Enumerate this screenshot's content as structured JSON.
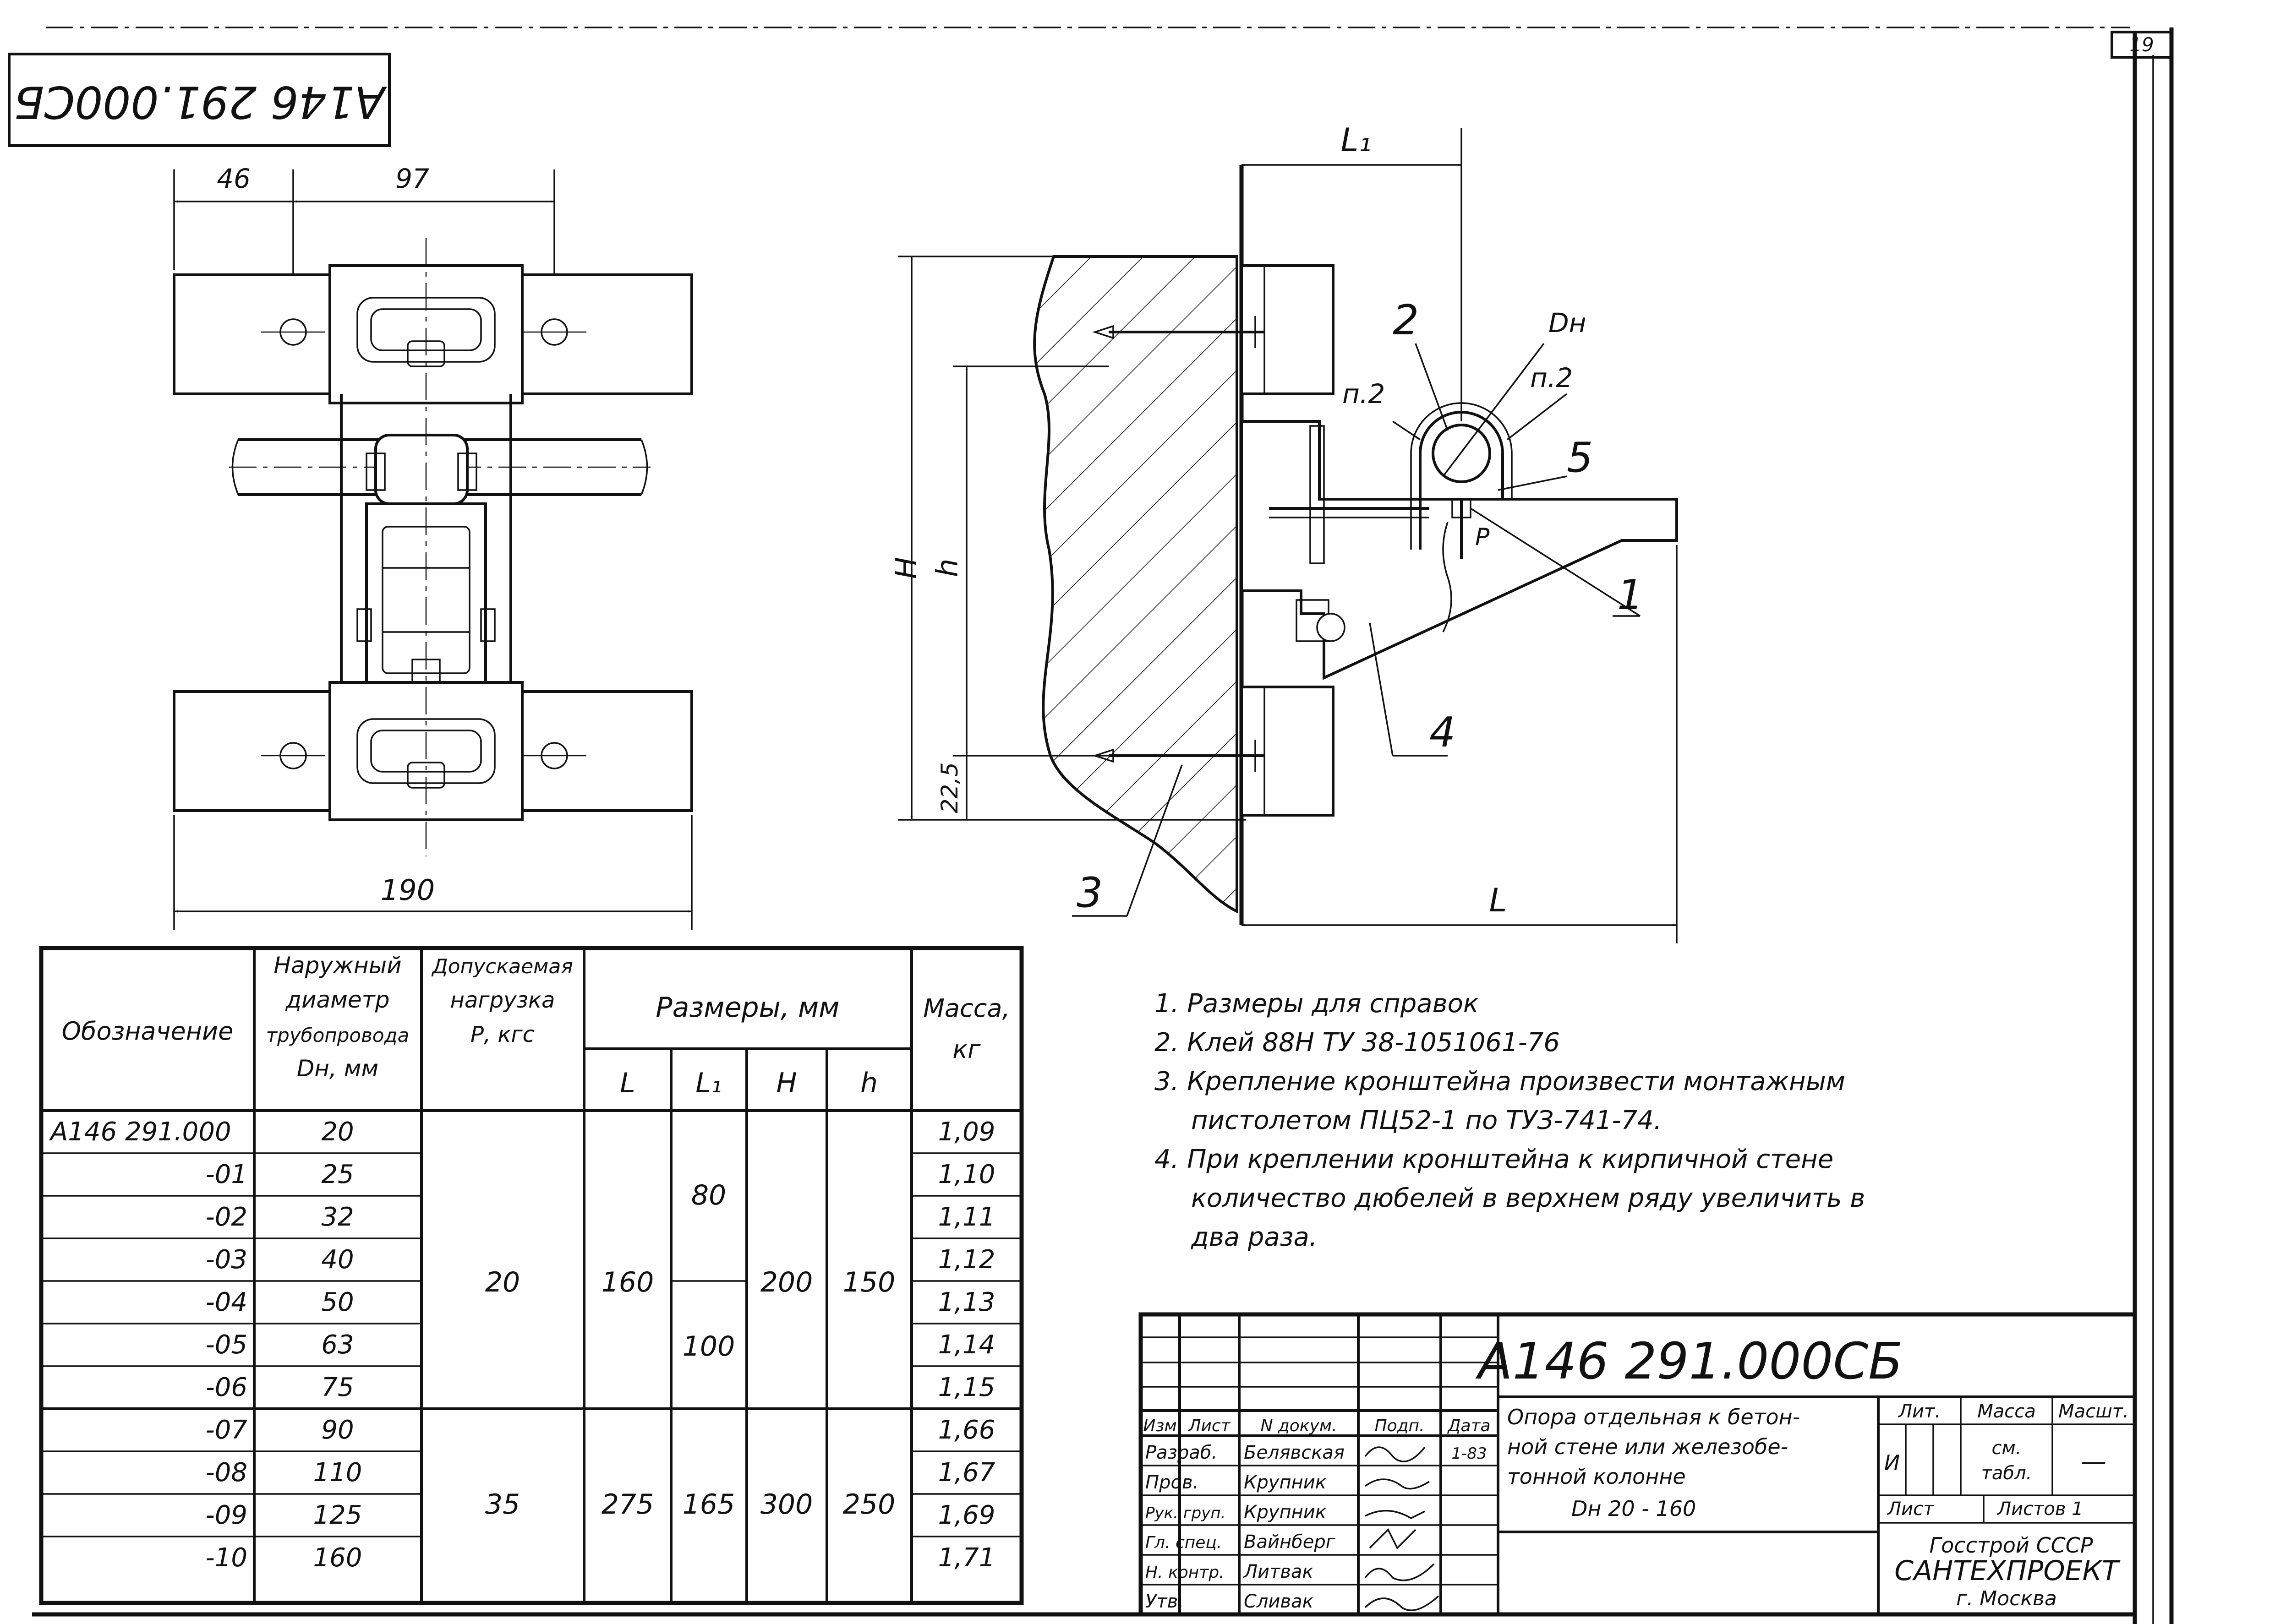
{
  "sheet": {
    "number": "19",
    "code_rotated": "А146 291.000СБ",
    "colors": {
      "ink": "#111111",
      "paper": "#ffffff"
    }
  },
  "front_view": {
    "dimensions": {
      "d46": "46",
      "d97": "97",
      "d190": "190"
    }
  },
  "side_view": {
    "dimensions": {
      "L1": "L₁",
      "L": "L",
      "H": "H",
      "h": "h",
      "d22_5": "22,5"
    },
    "labels": {
      "dn": "Dн",
      "p2_left": "п.2",
      "p2_right": "п.2",
      "load": "P"
    },
    "callouts": [
      "1",
      "2",
      "3",
      "4",
      "5"
    ]
  },
  "table": {
    "headers": {
      "designation": "Обозначение",
      "diameter": [
        "Наружный",
        "диаметр",
        "трубопровода",
        "Dн, мм"
      ],
      "load": [
        "Допускаемая",
        "нагрузка",
        "Р, кгс"
      ],
      "sizes": "Размеры, мм",
      "sizes_sub": [
        "L",
        "L₁",
        "H",
        "h"
      ],
      "mass": [
        "Масса,",
        "кг"
      ]
    },
    "rows": [
      {
        "code": "А146 291.000",
        "dn": "20",
        "mass": "1,09"
      },
      {
        "code": "-01",
        "dn": "25",
        "mass": "1,10"
      },
      {
        "code": "-02",
        "dn": "32",
        "mass": "1,11"
      },
      {
        "code": "-03",
        "dn": "40",
        "mass": "1,12"
      },
      {
        "code": "-04",
        "dn": "50",
        "mass": "1,13"
      },
      {
        "code": "-05",
        "dn": "63",
        "mass": "1,14"
      },
      {
        "code": "-06",
        "dn": "75",
        "mass": "1,15"
      },
      {
        "code": "-07",
        "dn": "90",
        "mass": "1,66"
      },
      {
        "code": "-08",
        "dn": "110",
        "mass": "1,67"
      },
      {
        "code": "-09",
        "dn": "125",
        "mass": "1,69"
      },
      {
        "code": "-10",
        "dn": "160",
        "mass": "1,71"
      }
    ],
    "groups": [
      {
        "load": "20",
        "L": "160",
        "H": "200",
        "h": "150",
        "L1_a": "80",
        "L1_b": "100"
      },
      {
        "load": "35",
        "L": "275",
        "L1": "165",
        "H": "300",
        "h": "250"
      }
    ]
  },
  "notes": [
    "1. Размеры для справок",
    "2. Клей 88Н ТУ 38-1051061-76",
    "3. Крепление кронштейна произвести монтажным",
    "пистолетом ПЦ52-1 по ТУЗ-741-74.",
    "4. При креплении кронштейна к кирпичной стене",
    "количество дюбелей в верхнем ряду увеличить в",
    "два раза."
  ],
  "title_block": {
    "code": "А146 291.000СБ",
    "title": [
      "Опора отдельная к бетон-",
      "ной стене или железобе-",
      "тонной колонне",
      "Dн 20 - 160"
    ],
    "col_headers": [
      "Изм",
      "Лист",
      "N докум.",
      "Подп.",
      "Дата"
    ],
    "staff": [
      {
        "role": "Разраб.",
        "name": "Белявская",
        "date": "1-83"
      },
      {
        "role": "Пров.",
        "name": "Крупник"
      },
      {
        "role": "Рук. груп.",
        "name": "Крупник"
      },
      {
        "role": "Гл. спец.",
        "name": "Вайнберг"
      },
      {
        "role": "Н. контр.",
        "name": "Литвак"
      },
      {
        "role": "Утв.",
        "name": "Сливак"
      }
    ],
    "lit_label": "Лит.",
    "lit_value": "И",
    "mass_label": "Масса",
    "mass_value": [
      "см.",
      "табл."
    ],
    "scale_label": "Масшт.",
    "scale_value": "—",
    "sheet_label": "Лист",
    "sheets_label": "Листов 1",
    "org": [
      "Госстрой СССР",
      "САНТЕХПРОЕКТ",
      "г. Москва"
    ]
  }
}
